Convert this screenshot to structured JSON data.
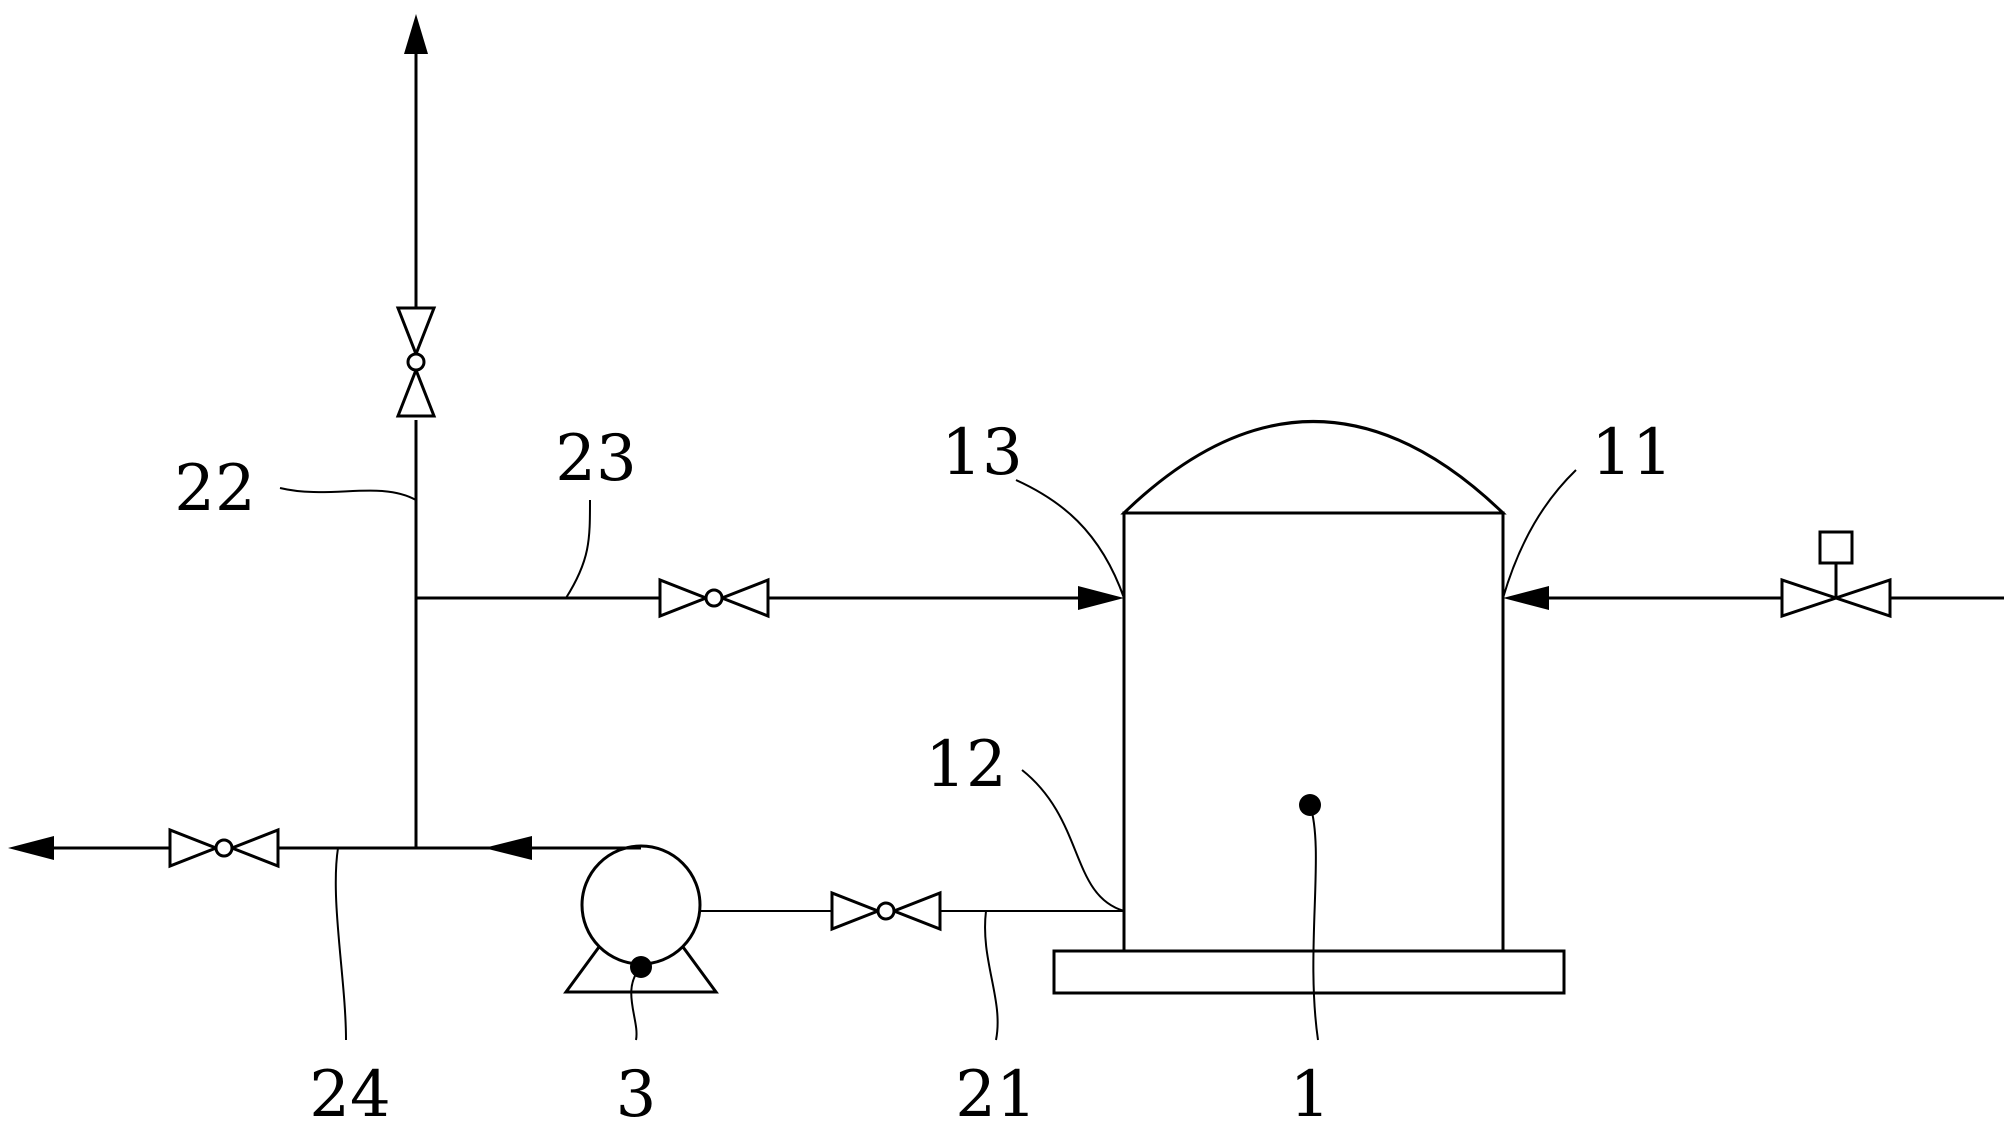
{
  "labels": {
    "tank": "1",
    "inlet_11": "11",
    "outlet_12": "12",
    "return_13": "13",
    "pipe_21": "21",
    "pipe_22": "22",
    "pipe_23": "23",
    "pipe_24": "24",
    "pump": "3"
  },
  "colors": {
    "line": "#000000",
    "background": "#ffffff"
  }
}
